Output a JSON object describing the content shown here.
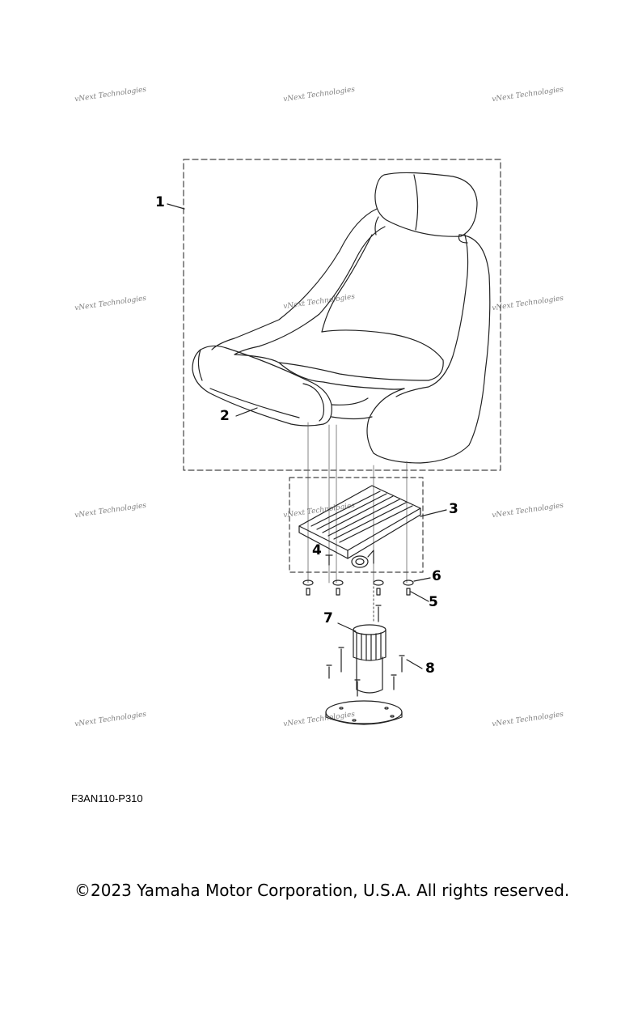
{
  "diagram": {
    "callouts": {
      "c1": "1",
      "c2": "2",
      "c3": "3",
      "c4": "4",
      "c5": "5",
      "c6": "6",
      "c7": "7",
      "c8": "8"
    },
    "figure_code": "F3AN110-P310",
    "copyright": "©2023 Yamaha Motor Corporation, U.S.A. All rights reserved."
  },
  "watermark": {
    "text": "vNext Technologies"
  },
  "colors": {
    "line": "#222222",
    "dashed_box": "#444444",
    "background": "#ffffff"
  }
}
